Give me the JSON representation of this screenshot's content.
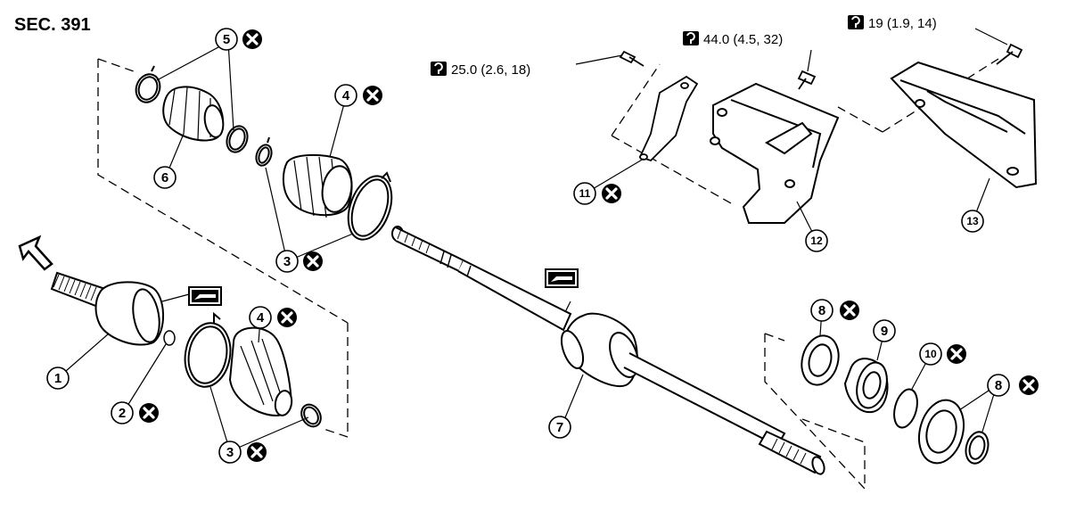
{
  "section_label": "SEC. 391",
  "torque_labels": {
    "bolt_upper_left": "25.0 (2.6, 18)",
    "bolt_center": "44.0 (4.5, 32)",
    "bolt_right": "19 (1.9, 14)"
  },
  "callouts": {
    "c1": "1",
    "c2": "2",
    "c3a": "3",
    "c3b": "3",
    "c4a": "4",
    "c4b": "4",
    "c5": "5",
    "c6": "6",
    "c7": "7",
    "c8a": "8",
    "c8b": "8",
    "c9": "9",
    "c10": "10",
    "c11": "11",
    "c12": "12",
    "c13": "13"
  },
  "icons": {
    "torque": "torque-wrench-icon",
    "non_reusable": "x-circle-icon",
    "grease": "grease-gun-icon",
    "front": "front-arrow-icon"
  }
}
